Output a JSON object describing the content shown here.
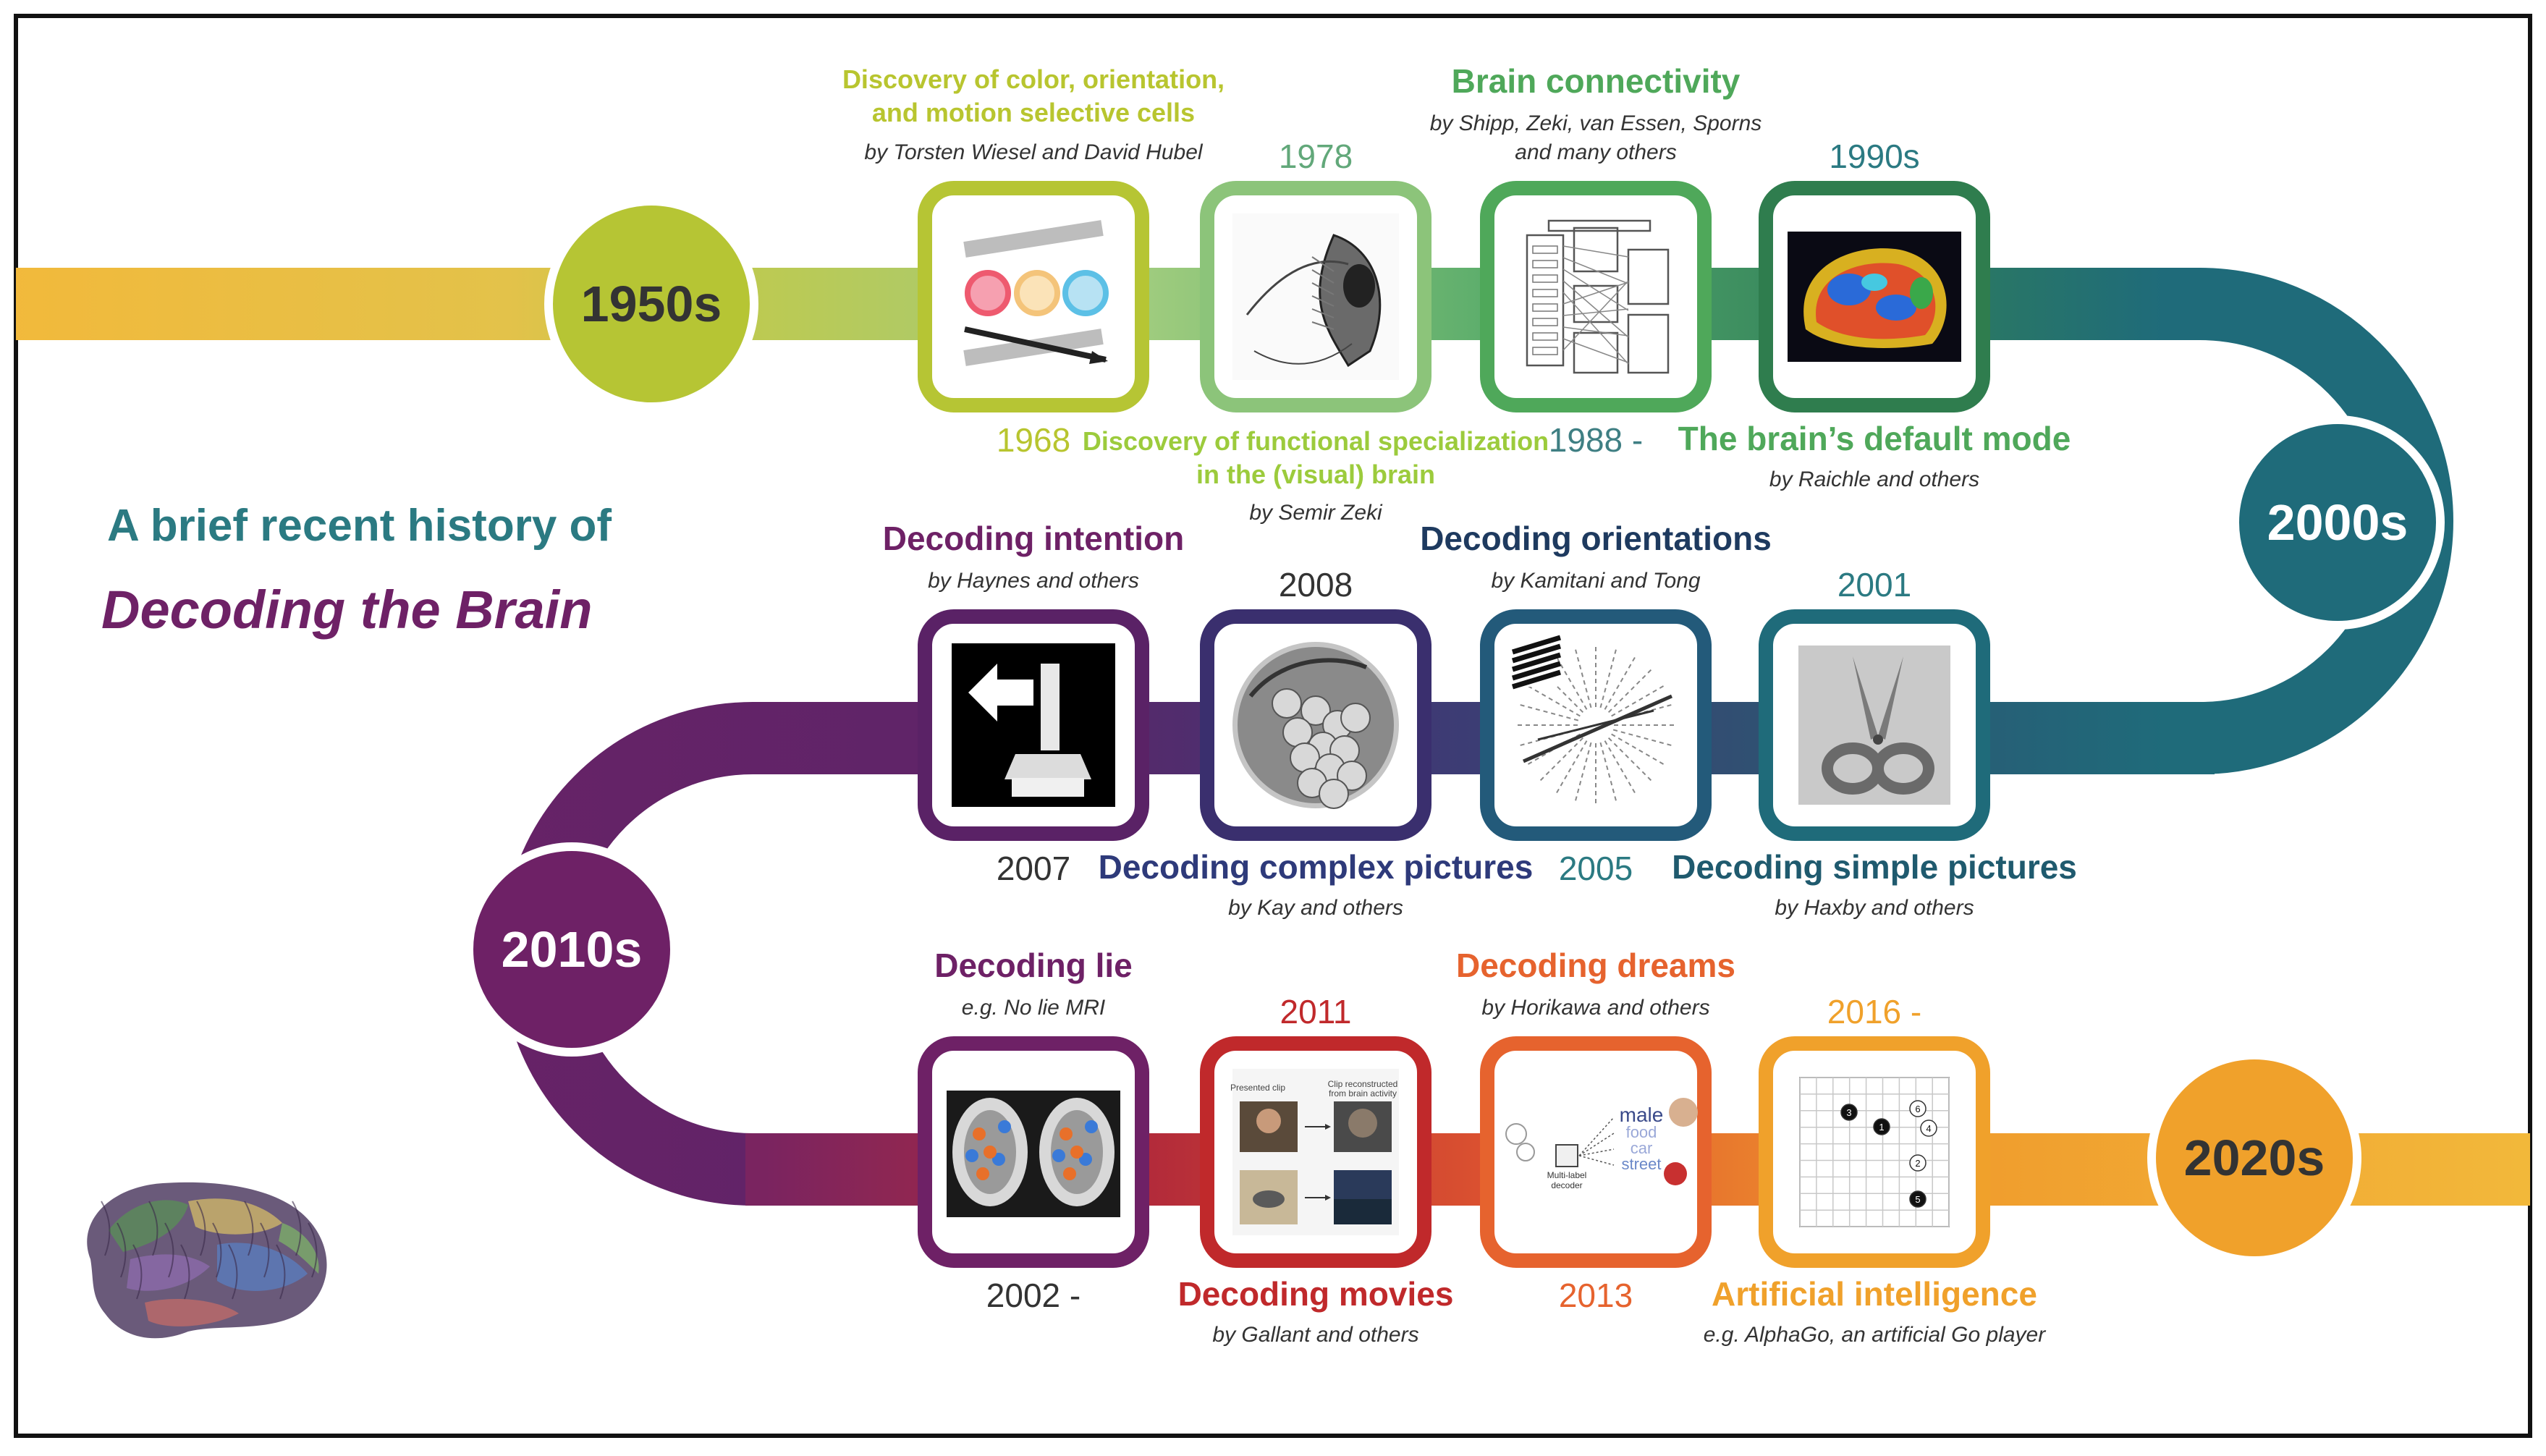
{
  "heading": {
    "line1": "A brief recent history of",
    "line2": "Decoding the Brain",
    "line1_color": "#2b7a82",
    "line2_color": "#6e2166"
  },
  "decades": [
    {
      "label": "1950s",
      "color": "#b6c534",
      "text_color": "#333333"
    },
    {
      "label": "2000s",
      "color": "#1f6b7a",
      "text_color": "#ffffff"
    },
    {
      "label": "2010s",
      "color": "#6e2166",
      "text_color": "#ffffff"
    },
    {
      "label": "2020s",
      "color": "#f0a12b",
      "text_color": "#333333"
    }
  ],
  "milestones": [
    {
      "key": "color-cells",
      "title": [
        "Discovery of color, orientation,",
        "and motion selective cells"
      ],
      "by": "by Torsten Wiesel and David Hubel",
      "year": "1968",
      "color": "#b6c534",
      "title_color": "#b8c52f",
      "year_color": "#b8c52f",
      "icon": "bars-and-dots-figure"
    },
    {
      "key": "functional-specialization",
      "title": [
        "Discovery of functional specialization",
        "in the (visual) brain"
      ],
      "by": "by Semir Zeki",
      "year": "1978",
      "color": "#8cc47a",
      "title_color": "#9ccb3c",
      "year_color": "#62a87a",
      "icon": "visual-cortex-sketch"
    },
    {
      "key": "connectivity",
      "title": [
        "Brain connectivity"
      ],
      "by": "by Shipp, Zeki, van Essen, Sporns",
      "by2": "and many others",
      "year": "1988 -",
      "color": "#4fa85a",
      "title_color": "#4fa85a",
      "year_color": "#3f7f83",
      "icon": "connectivity-diagram"
    },
    {
      "key": "default-mode",
      "title": [
        "The brain’s default mode"
      ],
      "by": "by Raichle and others",
      "year": "1990s",
      "color": "#2f7d4e",
      "title_color": "#4fa85a",
      "year_color": "#2b7a82",
      "icon": "brain-scan-heatmap"
    },
    {
      "key": "simple-pictures",
      "title": [
        "Decoding simple pictures"
      ],
      "by": "by Haxby and others",
      "year": "2001",
      "color": "#1f6b7a",
      "title_color": "#1f5a6e",
      "year_color": "#2b7a82",
      "icon": "scissors-photo"
    },
    {
      "key": "orientations",
      "title": [
        "Decoding orientations"
      ],
      "by": "by Kamitani and Tong",
      "year": "2005",
      "color": "#235a7a",
      "title_color": "#1e3a5f",
      "year_color": "#2b7a82",
      "icon": "orientation-grating"
    },
    {
      "key": "complex-pictures",
      "title": [
        "Decoding complex pictures"
      ],
      "by": "by Kay and others",
      "year": "2008",
      "color": "#3a2f6e",
      "title_color": "#2e3a7a",
      "year_color": "#333333",
      "icon": "grapes-photo"
    },
    {
      "key": "intention",
      "title": [
        "Decoding intention"
      ],
      "by": "by Haynes and others",
      "year": "2007",
      "color": "#5a2266",
      "title_color": "#6e2166",
      "year_color": "#333333",
      "icon": "arrow-joystick"
    },
    {
      "key": "lie",
      "title": [
        "Decoding lie"
      ],
      "by": "e.g. No lie MRI",
      "year": "2002 -",
      "color": "#6e2166",
      "title_color": "#6e2166",
      "year_color": "#333333",
      "icon": "brain-slices"
    },
    {
      "key": "movies",
      "title": [
        "Decoding movies"
      ],
      "by": "by Gallant and others",
      "year": "2011",
      "color": "#c0292b",
      "title_color": "#c0292b",
      "year_color": "#c0292b",
      "icon": "movie-frames"
    },
    {
      "key": "dreams",
      "title": [
        "Decoding dreams"
      ],
      "by": "by Horikawa and others",
      "year": "2013",
      "color": "#e6632e",
      "title_color": "#e6632e",
      "year_color": "#e6632e",
      "icon": "dream-decoder"
    },
    {
      "key": "ai",
      "title": [
        "Artificial intelligence"
      ],
      "by": "e.g. AlphaGo, an artificial Go player",
      "year": "2016 -",
      "color": "#f0a12b",
      "title_color": "#f0a12b",
      "year_color": "#f0a12b",
      "icon": "go-board"
    }
  ],
  "figure_text": {
    "decoder_words": [
      "male",
      "food",
      "car",
      "street"
    ],
    "decoder_label": [
      "Multi-label",
      "decoder"
    ],
    "movie_labels": [
      "Presented clip",
      "Clip reconstructed",
      "from brain activity"
    ],
    "go_stones": [
      "3",
      "1",
      "6",
      "4",
      "2",
      "5"
    ]
  },
  "colors": {
    "border": "#111111",
    "text_dark": "#333333",
    "byline": "#333333"
  }
}
